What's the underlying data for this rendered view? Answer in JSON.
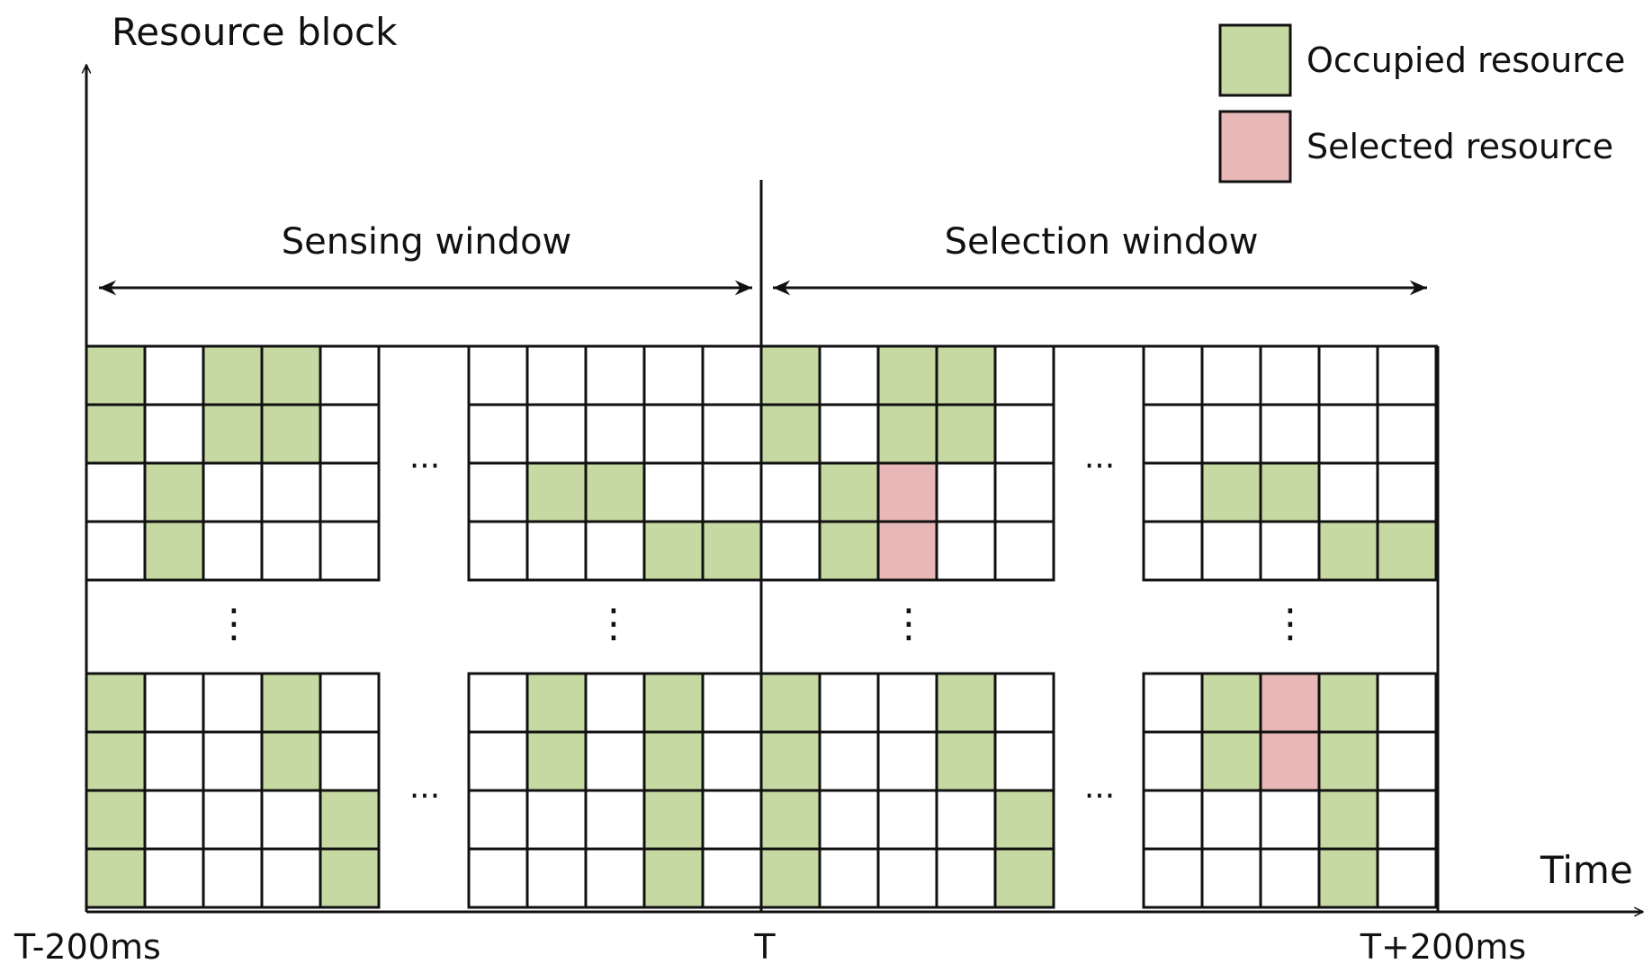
{
  "axis": {
    "y_label": "Resource block",
    "x_label": "Time",
    "ticks": {
      "start": "T-200ms",
      "middle": "T",
      "end": "T+200ms"
    }
  },
  "windows": {
    "sensing": "Sensing window",
    "selection": "Selection window"
  },
  "legend": {
    "occupied": "Occupied resource",
    "selected": "Selected resource"
  },
  "colors": {
    "occupied": "#c6d9a3",
    "selected": "#e8b8b8",
    "line": "#111111",
    "background": "#ffffff"
  },
  "ellipsis": {
    "horizontal": "...",
    "vertical": "⋮"
  },
  "cell_legend": {
    "E": "empty",
    "O": "occupied",
    "S": "selected"
  },
  "blocks": {
    "top": [
      [
        "OEOOE",
        "OEOOE",
        "EOEEE",
        "EOEEE"
      ],
      [
        "EEEEE",
        "EEEEE",
        "EOOEE",
        "EEEOO"
      ],
      [
        "OEOOE",
        "OEOOE",
        "EOSEE",
        "EOSEE"
      ],
      [
        "EEEEE",
        "EEEEE",
        "EOOEE",
        "EEEOO"
      ]
    ],
    "bottom": [
      [
        "OEEOE",
        "OEEOE",
        "OEEEO",
        "OEEEO"
      ],
      [
        "EOEOE",
        "EOEOE",
        "EEEOE",
        "EEEOE"
      ],
      [
        "OEEOE",
        "OEEOE",
        "OEEEO",
        "OEEEO"
      ],
      [
        "EOSOE",
        "EOSOE",
        "EEEOE",
        "EEEOE"
      ]
    ]
  }
}
